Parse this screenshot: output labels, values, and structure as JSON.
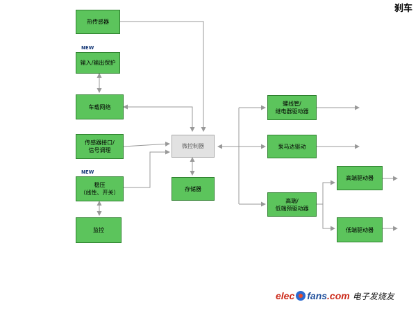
{
  "diagram": {
    "title": "刹车",
    "new_badge": "NEW",
    "nodes": {
      "thermal_sensor": "热传感器",
      "io_protection": "输入/输出保护",
      "vehicle_network": "车载网络",
      "sensor_interface": "传感器接口/\n信号调理",
      "voltage_regulator": "稳压\n（线性、开关）",
      "monitor": "监控",
      "microcontroller": "微控制器",
      "memory": "存储器",
      "solenoid_relay_driver": "螺线管/\n继电器驱动器",
      "pump_motor_driver": "泵马达驱动",
      "high_low_predriver": "高端/\n低端预驱动器",
      "high_side_driver": "高端驱动器",
      "low_side_driver": "低端驱动器"
    }
  },
  "footer": {
    "logo_prefix": "elec",
    "logo_suffix": "fans",
    "logo_domain": ".com",
    "logo_cn": "电子发烧友"
  },
  "colors": {
    "block_fill": "#5cc45c",
    "block_border": "#2d7f2d",
    "mcu_fill": "#e2e2e2",
    "connector": "#999999",
    "badge": "#1a3c7a"
  }
}
